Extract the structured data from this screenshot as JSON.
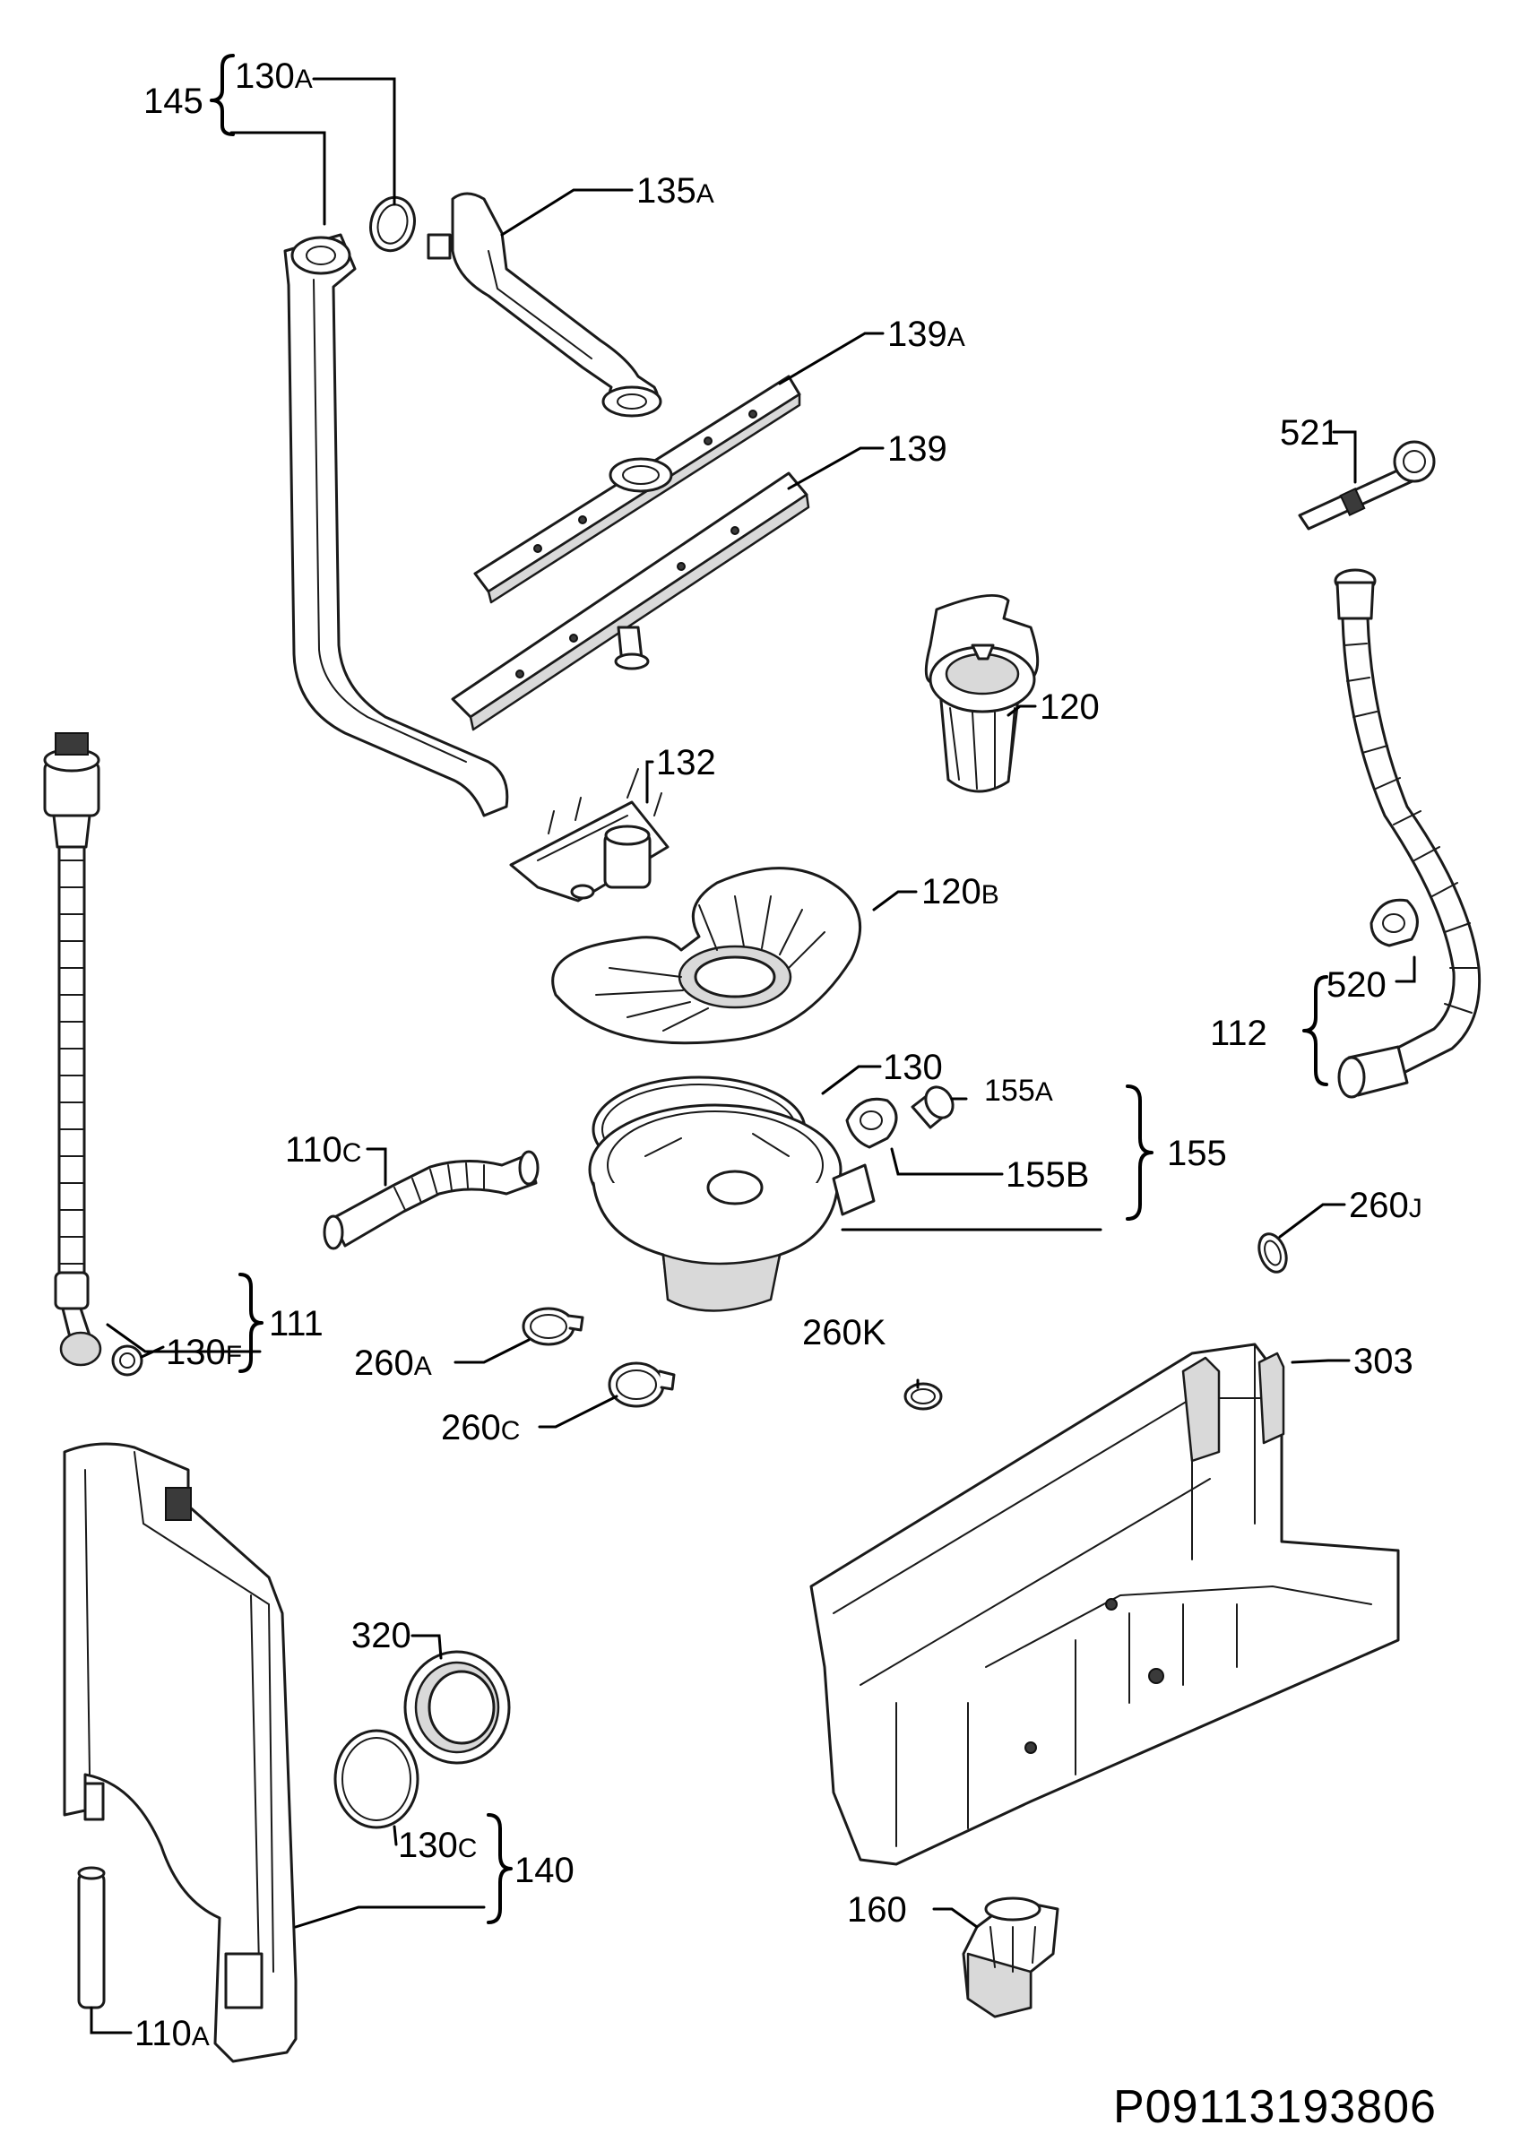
{
  "labels": [
    {
      "key": "l145",
      "num": "145",
      "suffix": ""
    },
    {
      "key": "l130a",
      "num": "130",
      "suffix": "A"
    },
    {
      "key": "l135a",
      "num": "135",
      "suffix": "A"
    },
    {
      "key": "l139a",
      "num": "139",
      "suffix": "A"
    },
    {
      "key": "l139",
      "num": "139",
      "suffix": ""
    },
    {
      "key": "l521",
      "num": "521",
      "suffix": ""
    },
    {
      "key": "l120",
      "num": "120",
      "suffix": ""
    },
    {
      "key": "l132",
      "num": "132",
      "suffix": ""
    },
    {
      "key": "l120b",
      "num": "120",
      "suffix": "B"
    },
    {
      "key": "l520",
      "num": "520",
      "suffix": ""
    },
    {
      "key": "l112",
      "num": "112",
      "suffix": ""
    },
    {
      "key": "l130",
      "num": "130",
      "suffix": ""
    },
    {
      "key": "l155a",
      "num": "155",
      "suffix": "A"
    },
    {
      "key": "l155",
      "num": "155",
      "suffix": ""
    },
    {
      "key": "l110c",
      "num": "110",
      "suffix": "C"
    },
    {
      "key": "l155b",
      "num": "155",
      "suffix": "B"
    },
    {
      "key": "l260j",
      "num": "260",
      "suffix": "J"
    },
    {
      "key": "l111",
      "num": "111",
      "suffix": ""
    },
    {
      "key": "l130f",
      "num": "130",
      "suffix": "F"
    },
    {
      "key": "l260k",
      "num": "260K",
      "suffix": ""
    },
    {
      "key": "l260a",
      "num": "260",
      "suffix": "A"
    },
    {
      "key": "l303",
      "num": "303",
      "suffix": ""
    },
    {
      "key": "l260c",
      "num": "260",
      "suffix": "C"
    },
    {
      "key": "l320",
      "num": "320",
      "suffix": ""
    },
    {
      "key": "l130c",
      "num": "130",
      "suffix": "C"
    },
    {
      "key": "l140",
      "num": "140",
      "suffix": ""
    },
    {
      "key": "l160",
      "num": "160",
      "suffix": ""
    },
    {
      "key": "l110a",
      "num": "110",
      "suffix": "A"
    }
  ],
  "diagram_code": "P09113193806"
}
